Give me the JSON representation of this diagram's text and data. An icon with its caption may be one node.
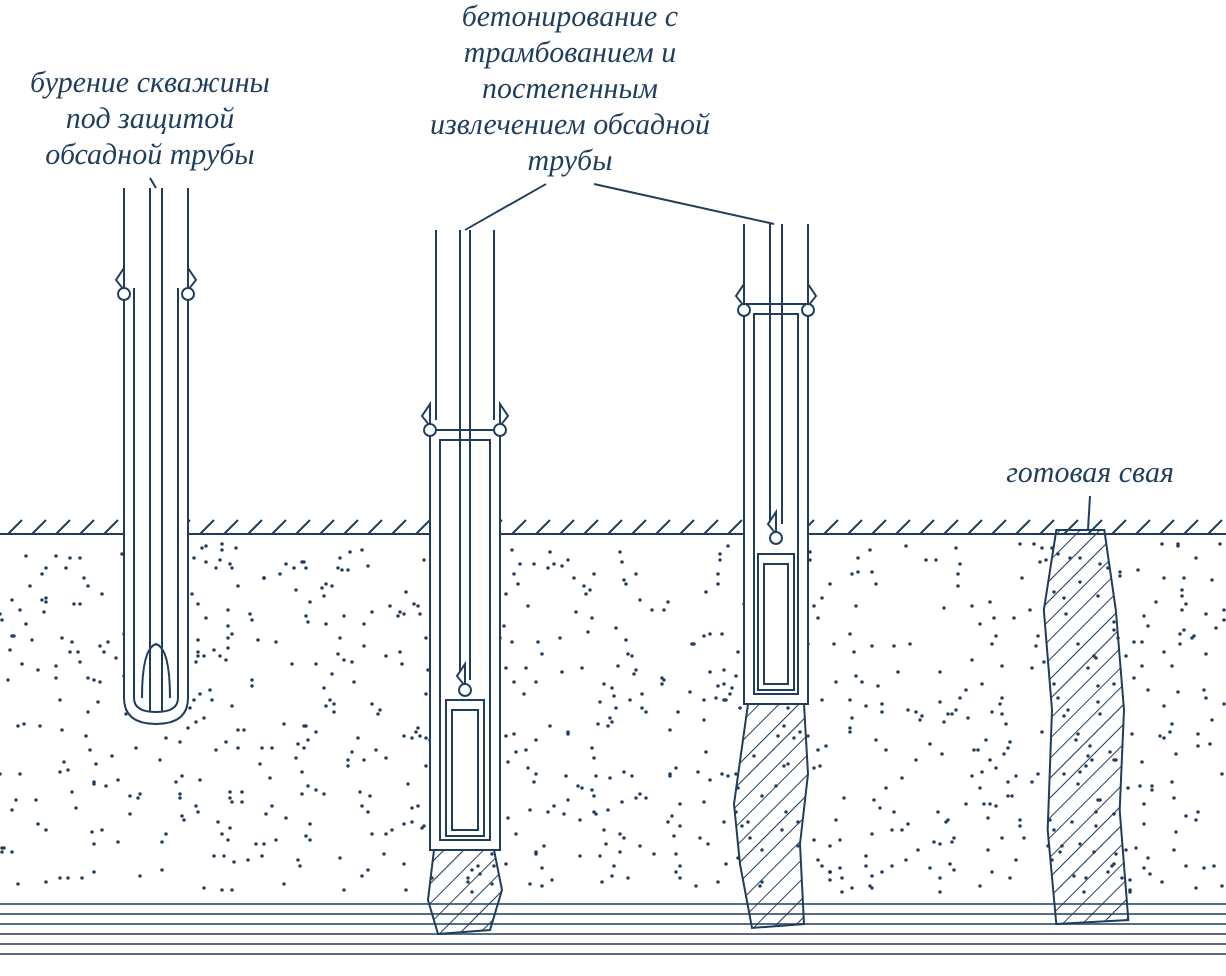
{
  "diagram": {
    "nodes": [
      {
        "text": [
          "бурение скважины под защитой обсадной трубы"
        ]
      },
      {
        "text": [
          "бетонирование с трамбованием и постепенным извлечением обсадной трубы"
        ]
      },
      {
        "text": [
          "готовая свая"
        ]
      },
      {
        "text": [],
        "shape": "pipe"
      },
      {
        "text": [],
        "shape": "pipe"
      },
      {
        "text": [],
        "shape": "pipe"
      },
      {
        "text": [],
        "shape": "pile"
      }
    ],
    "edges": [
      {
        "from": 0,
        "to": 3,
        "arrow": "none"
      },
      {
        "from": 1,
        "to": 4,
        "arrow": "none"
      },
      {
        "from": 1,
        "to": 5,
        "arrow": "none"
      },
      {
        "from": 2,
        "to": 6,
        "arrow": "none"
      }
    ]
  }
}
